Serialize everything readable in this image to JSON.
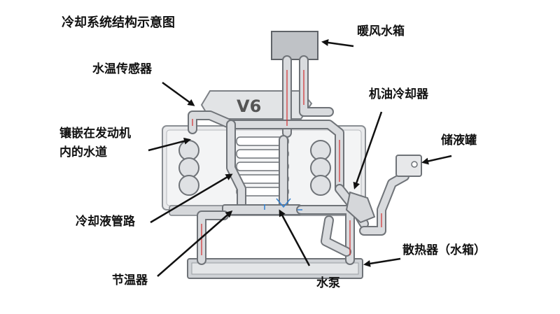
{
  "title": "冷却系统结构示意图",
  "labels": {
    "heater_core": "暖风水箱",
    "temp_sensor": "水温传感器",
    "oil_cooler": "机油冷却器",
    "water_jacket_line1": "镶嵌在发动机",
    "water_jacket_line2": "内的水道",
    "reservoir": "储液罐",
    "coolant_pipe": "冷却液管路",
    "radiator": "散热器（水箱）",
    "thermostat": "节温器",
    "water_pump": "水泵"
  },
  "engine_badge": "V6",
  "colors": {
    "pipe_outline": "#6f7378",
    "pipe_fill": "#d9dbde",
    "hot_flow": "#d43a3a",
    "cold_flow": "#2f7fd0",
    "text": "#111111"
  }
}
